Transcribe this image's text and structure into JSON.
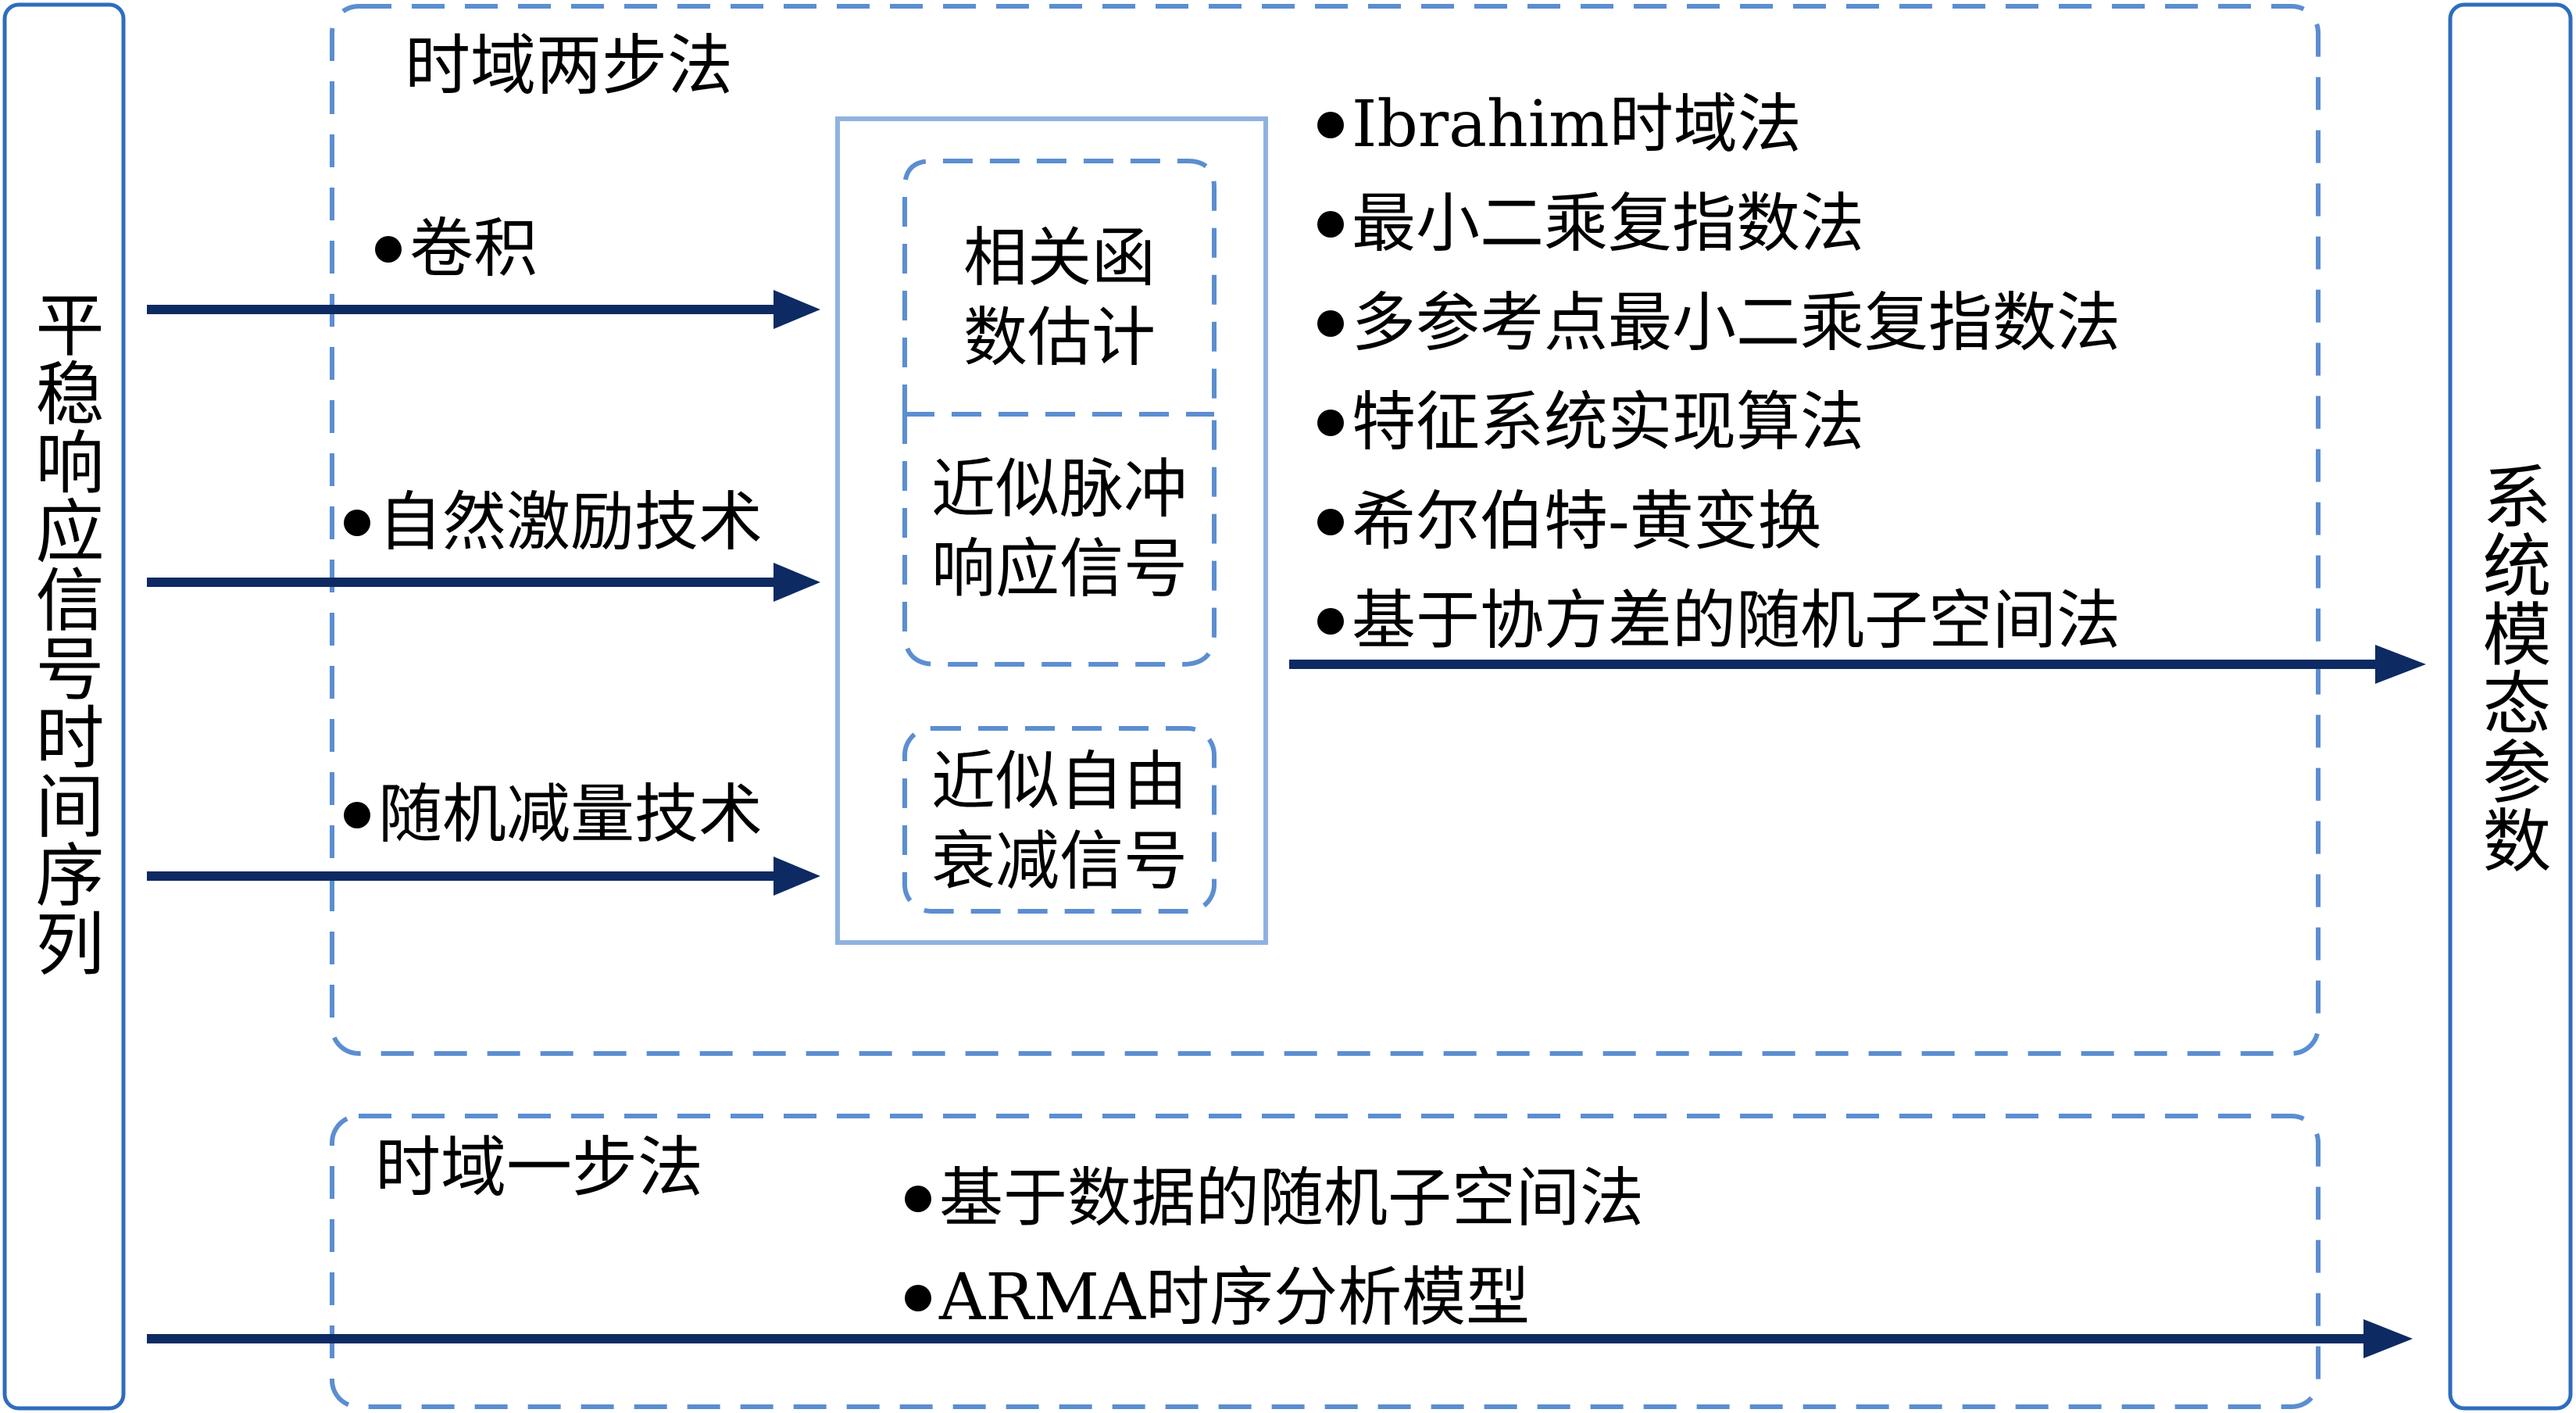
{
  "input_label": "平稳响应信号时间序列",
  "output_label": "系统模态参数",
  "two_step": {
    "title": "时域两步法",
    "techniques": [
      "卷积",
      "自然激励技术",
      "随机减量技术"
    ],
    "intermediate": {
      "correlation": [
        "相关函",
        "数估计"
      ],
      "impulse": [
        "近似脉冲",
        "响应信号"
      ],
      "free_decay": [
        "近似自由",
        "衰减信号"
      ]
    },
    "methods": [
      "Ibrahim时域法",
      "最小二乘复指数法",
      "多参考点最小二乘复指数法",
      "特征系统实现算法",
      "希尔伯特-黄变换",
      "基于协方差的随机子空间法"
    ]
  },
  "one_step": {
    "title": "时域一步法",
    "methods": [
      "基于数据的随机子空间法",
      "ARMA时序分析模型"
    ]
  },
  "colors": {
    "arrow": "#0d2a63",
    "dashed_frame": "#5b8ed1",
    "solid_frame": "#8fb2e0",
    "side_box": "#2e6dbd"
  }
}
